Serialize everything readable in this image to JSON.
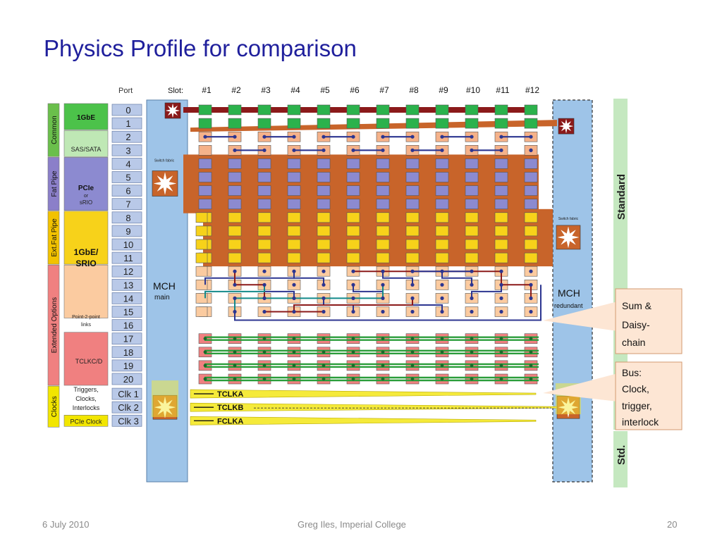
{
  "slide": {
    "title": "Physics Profile for comparison",
    "footer_date": "6 July 2010",
    "footer_author": "Greg Iles, Imperial College",
    "footer_page": "20"
  },
  "diagram": {
    "port_header": "Port",
    "slot_header": "Slot:",
    "slots": [
      "#1",
      "#2",
      "#3",
      "#4",
      "#5",
      "#6",
      "#7",
      "#8",
      "#9",
      "#10",
      "#11",
      "#12"
    ],
    "ports": [
      "0",
      "1",
      "2",
      "3",
      "4",
      "5",
      "6",
      "7",
      "8",
      "9",
      "10",
      "11",
      "12",
      "13",
      "14",
      "15",
      "16",
      "17",
      "18",
      "19",
      "20"
    ],
    "clk_ports": [
      "Clk 1",
      "Clk 2",
      "Clk 3"
    ],
    "groups": [
      {
        "label": "Common",
        "color": "#6abf4b"
      },
      {
        "label": "Fat Pipe",
        "color": "#8b7fc9"
      },
      {
        "label": "Ext.Fat Pipe",
        "color": "#f2c200"
      },
      {
        "label": "Extended Options",
        "color": "#f08080"
      },
      {
        "label": "Clocks",
        "color": "#f2e600"
      }
    ],
    "functions": {
      "gbe": "1GbE",
      "sas": "SAS/SATA",
      "pcie": "PCIe",
      "pcie_or": "or",
      "pcie_srio": "sRIO",
      "gbe_srio_1": "1GbE/",
      "gbe_srio_2": "SRIO",
      "p2p_1": "Point-2-point",
      "p2p_2": "links",
      "tclkcd": "TCLKC/D",
      "trig_1": "Triggers,",
      "trig_2": "Clocks,",
      "trig_3": "Interlocks",
      "pcie_clock": "PCIe Clock"
    },
    "mch_main": "MCH",
    "mch_main_sub": "main",
    "mch_red": "MCH",
    "mch_red_sub": "redundant",
    "switch_label": "Switch fabric",
    "clock_lines": [
      "TCLKA",
      "TCLKB",
      "FCLKA"
    ],
    "side_standard": "Standard",
    "side_std": "Std.",
    "callout_1": [
      "Sum &",
      "Daisy-",
      "chain"
    ],
    "callout_2": [
      "Bus:",
      "Clock,",
      "trigger,",
      "interlock"
    ],
    "colors": {
      "port_fill": "#b9c9e8",
      "mch_fill": "#9ec4e8",
      "gbe_green": "#2bb24c",
      "sas_orange": "#f5b28a",
      "fabric_brown": "#c8642a",
      "pcie_purple": "#8c8ad0",
      "srio_yellow": "#f7d21a",
      "p2p_peach": "#fbcba0",
      "trig_pink": "#f08080",
      "bus_green": "#2a9d3a",
      "line_navy": "#2c3590",
      "line_darkred": "#8b1a1a",
      "line_teal": "#138a8a",
      "title_blue": "#1f1f9c"
    }
  }
}
